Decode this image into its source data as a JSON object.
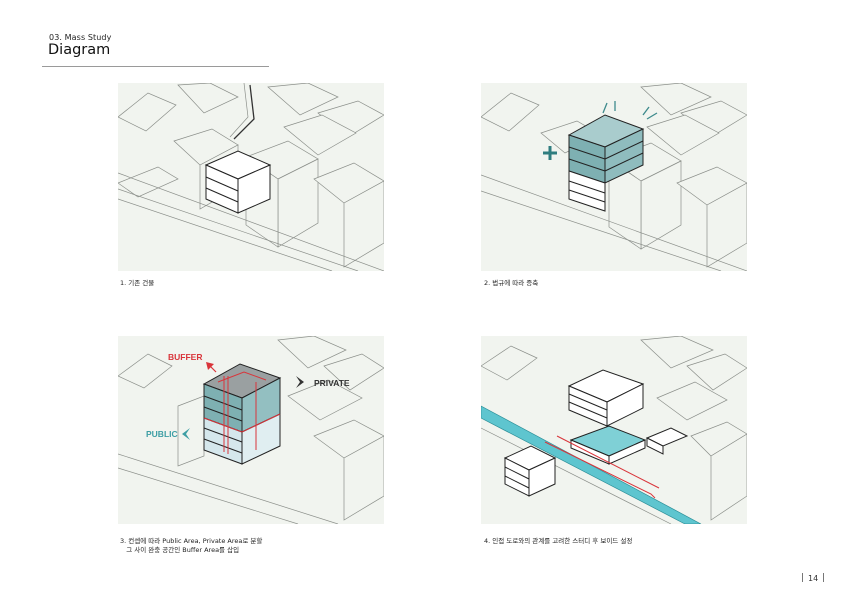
{
  "header": {
    "section": "03. Mass Study",
    "title": "Diagram"
  },
  "panels": [
    {
      "caption": "1. 기존 건물"
    },
    {
      "caption": "2. 법규에 따라 증축"
    },
    {
      "caption": "3. 컨셉에 따라 Public Area, Private Area로 분할\n   그 사이 완충 공간인 Buffer Area를 삽입",
      "labels": {
        "buffer": "BUFFER",
        "private": "PRIVATE",
        "public": "PUBLIC"
      }
    },
    {
      "caption": "4. 인접 도로와의 관계를 고려한 스터디 후 보이드 설정"
    }
  ],
  "footer": {
    "page_number": "14"
  },
  "colors": {
    "teal": "#7eb0b2",
    "teal_dark": "#3d8a8c",
    "buffer_red": "#d9343a",
    "light_blue": "#d5e7ec",
    "road_cyan": "#5ec5cf",
    "background_mass": "#f1f4ef"
  }
}
